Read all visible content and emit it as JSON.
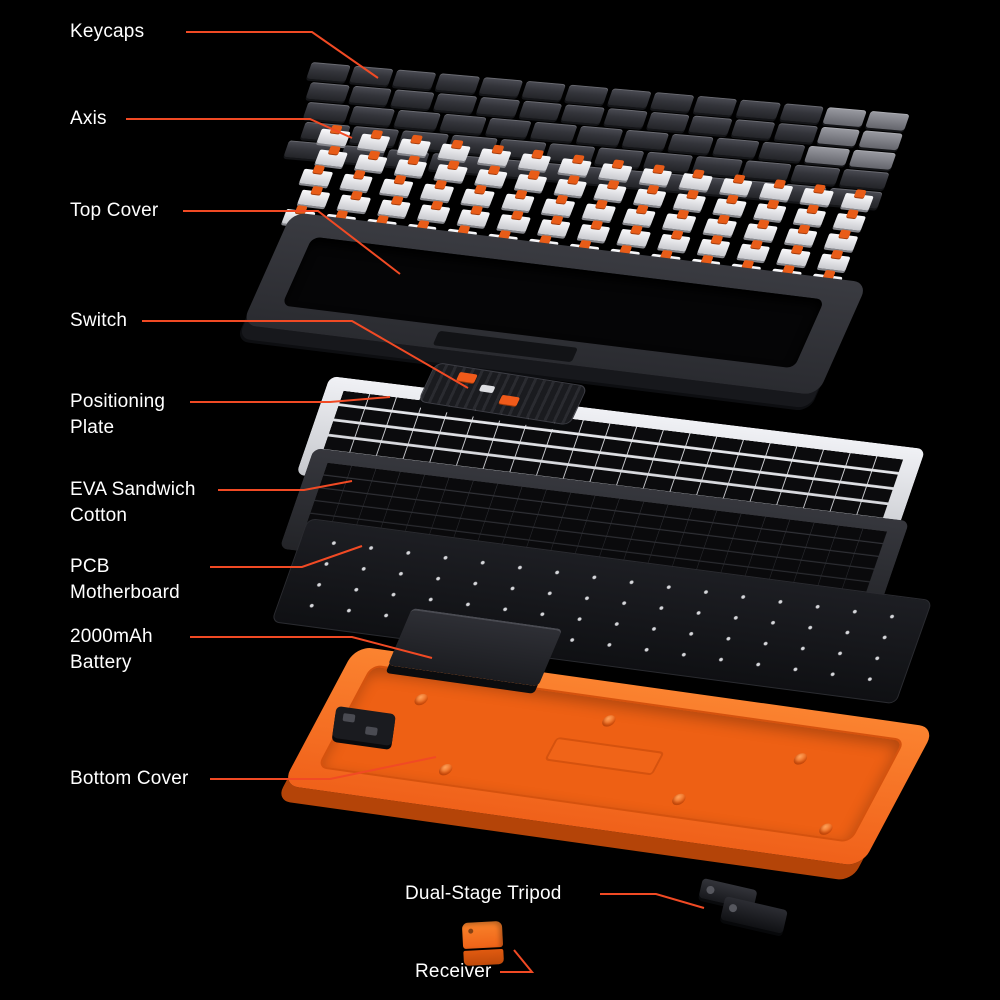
{
  "diagram": {
    "background_color": "#000000",
    "accent_color": "#f14a24",
    "label_text_color": "#ffffff",
    "labels": [
      {
        "id": "keycaps",
        "text": "Keycaps"
      },
      {
        "id": "axis",
        "text": "Axis"
      },
      {
        "id": "top-cover",
        "text": "Top Cover"
      },
      {
        "id": "switch",
        "text": "Switch"
      },
      {
        "id": "positioning-plate",
        "text": "Positioning Plate"
      },
      {
        "id": "eva-sandwich-cotton",
        "text": "EVA Sandwich Cotton"
      },
      {
        "id": "pcb-motherboard",
        "text": "PCB Motherboard"
      },
      {
        "id": "battery",
        "text": "2000mAh Battery"
      },
      {
        "id": "bottom-cover",
        "text": "Bottom Cover"
      },
      {
        "id": "dual-stage-tripod",
        "text": "Dual-Stage Tripod"
      },
      {
        "id": "receiver",
        "text": "Receiver"
      }
    ],
    "part_colors": {
      "keycaps": "#34353b",
      "switch_housing": "#f4f4f6",
      "switch_stem": "#e85c18",
      "top_cover": "#2e2f34",
      "positioning_plate": "#e3e4e9",
      "eva_cotton": "#2f3036",
      "pcb": "#15161a",
      "battery": "#26272c",
      "bottom_cover": "#f1661c",
      "receiver": "#f0741f"
    }
  }
}
